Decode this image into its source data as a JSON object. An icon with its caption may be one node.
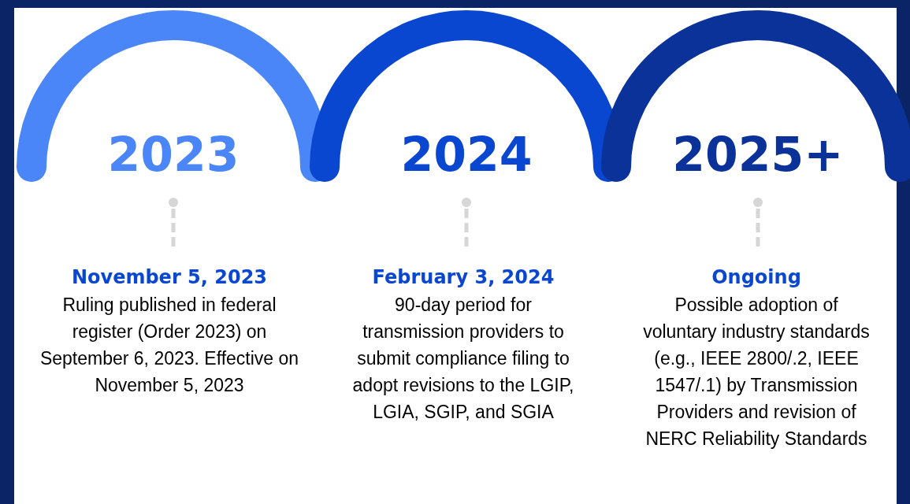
{
  "diagram": {
    "nodes": [
      {
        "text": [
          "2023"
        ]
      },
      {
        "text": [
          "November 5, 2023",
          "Ruling published in federal register (Order 2023) on September 6, 2023. Effective on November 5, 2023"
        ]
      },
      {
        "text": [
          "2024"
        ]
      },
      {
        "text": [
          "February 3, 2024",
          "90-day period for transmission providers to submit compliance filing to adopt revisions to the LGIP, LGIA, SGIP, and SGIA"
        ]
      },
      {
        "text": [
          "2025+"
        ]
      },
      {
        "text": [
          "Ongoing",
          "Possible adoption of voluntary industry standards (e.g., IEEE 2800/.2, IEEE 1547/.1) by Transmission Providers and revision of NERC Reliability Standards"
        ]
      }
    ],
    "edges": [
      {
        "from": 0,
        "to": 1,
        "arrow": "other",
        "style": "dashed"
      },
      {
        "from": 2,
        "to": 3,
        "arrow": "other",
        "style": "dashed"
      },
      {
        "from": 4,
        "to": 5,
        "arrow": "other",
        "style": "dashed"
      }
    ]
  }
}
